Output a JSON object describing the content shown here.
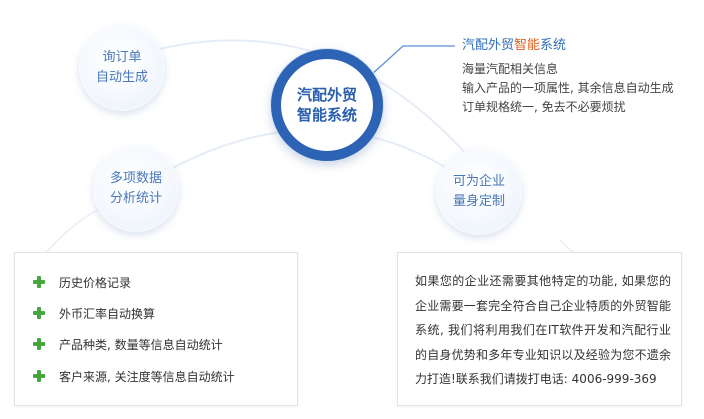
{
  "center": {
    "line1": "汽配外贸",
    "line2": "智能系统"
  },
  "bubbles": [
    {
      "line1": "询订单",
      "line2": "自动生成"
    },
    {
      "line1": "多项数据",
      "line2": "分析统计"
    },
    {
      "line1": "可为企业",
      "line2": "量身定制"
    }
  ],
  "info": {
    "title_pre": "汽配外贸",
    "title_highlight": "智能",
    "title_post": "系统",
    "lines": [
      "海量汽配相关信息",
      "输入产品的一项属性, 其余信息自动生成",
      "订单规格统一, 免去不必要烦扰"
    ]
  },
  "features": [
    {
      "label": "历史价格记录",
      "icon": "plus-icon"
    },
    {
      "label": "外币汇率自动换算",
      "icon": "plus-icon"
    },
    {
      "label": "产品种类, 数量等信息自动统计",
      "icon": "plus-icon"
    },
    {
      "label": "客户来源, 关注度等信息自动统计",
      "icon": "plus-icon"
    }
  ],
  "custom_desc": "如果您的企业还需要其他特定的功能, 如果您的企业需要一套完全符合自己企业特质的外贸智能系统, 我们将利用我们在IT软件开发和汽配行业的自身优势和多年专业知识以及经验为您不遗余力打造!联系我们请拨打电话: 4006-999-369",
  "colors": {
    "accent_blue": "#2d63b5",
    "bubble_text": "#4a78b8",
    "highlight_orange": "#e06020",
    "plus_green": "#46a83c"
  }
}
